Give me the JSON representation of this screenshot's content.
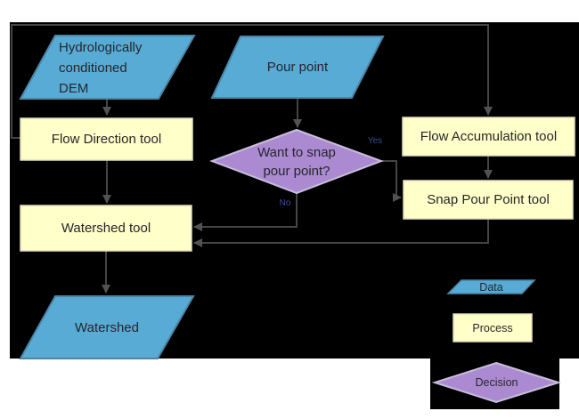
{
  "diagram": {
    "type": "flowchart",
    "nodes": {
      "dem": {
        "shape": "data-parallelogram",
        "lines": [
          "Hydrologically",
          "conditioned",
          "DEM"
        ]
      },
      "pour_point": {
        "shape": "data-parallelogram",
        "label": "Pour point"
      },
      "flow_direction": {
        "shape": "process-box",
        "label": "Flow Direction tool"
      },
      "flow_accumulation": {
        "shape": "process-box",
        "label": "Flow Accumulation tool"
      },
      "decision": {
        "shape": "decision-diamond",
        "lines": [
          "Want to snap",
          "pour point?"
        ]
      },
      "snap_pour_point": {
        "shape": "process-box",
        "label": "Snap Pour Point tool"
      },
      "watershed_tool": {
        "shape": "process-box",
        "label": "Watershed tool"
      },
      "watershed": {
        "shape": "data-parallelogram",
        "label": "Watershed"
      }
    },
    "edges": {
      "yes_label": "Yes",
      "no_label": "No"
    },
    "legend": {
      "data_label": "Data",
      "process_label": "Process",
      "decision_label": "Decision"
    }
  },
  "colors": {
    "background": "#ffffff",
    "panel": "#000000",
    "data_fill": "#57abd5",
    "data_border": "#4d85a5",
    "process_fill": "#ffffc9",
    "process_border": "#dedebc",
    "decision_fill": "#ab8ad2",
    "decision_border": "#c8bedb",
    "connector": "#454545",
    "arrowhead": "#525252",
    "shape_text": "#26262b",
    "edge_label_text": "#3a4d8f"
  }
}
